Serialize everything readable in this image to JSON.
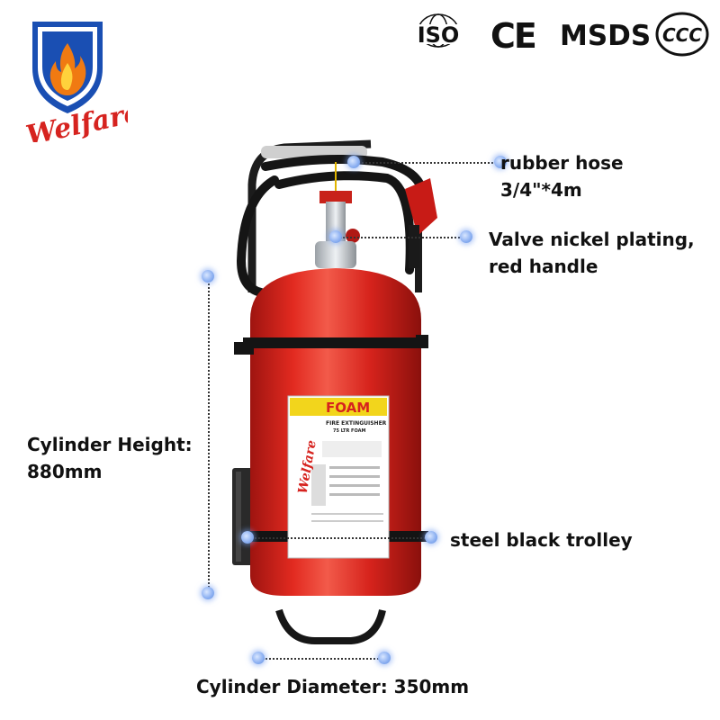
{
  "brand": {
    "name": "Welfare",
    "colors": {
      "shield": "#1a4fb3",
      "flame": "#f07a12",
      "text": "#d6231f"
    }
  },
  "certifications": {
    "iso": "ISO",
    "ce": "CE",
    "msds": "MSDS",
    "ccc": "CCC"
  },
  "product": {
    "panel_title": "FOAM",
    "panel_subtitle": "FIRE EXTINGUISHER",
    "panel_capacity": "75 LTR FOAM",
    "panel_brand": "Welfare",
    "body_color": "#d9231c"
  },
  "callouts": {
    "hose_line1": "rubber hose",
    "hose_line2": "3/4\"*4m",
    "valve_line1": "Valve nickel plating,",
    "valve_line2": "red handle",
    "height_line1": "Cylinder Height:",
    "height_line2": "880mm",
    "trolley": "steel black trolley",
    "diameter": "Cylinder Diameter: 350mm"
  }
}
